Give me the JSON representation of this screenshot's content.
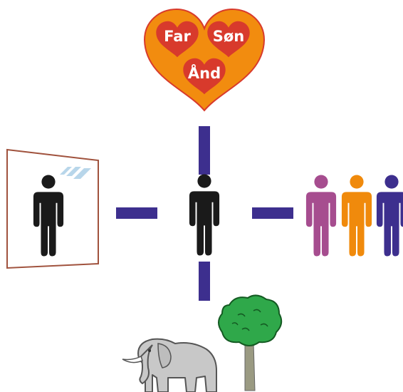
{
  "heart": {
    "labels": [
      "Far",
      "Søn",
      "Ånd"
    ],
    "outer_color": "#f28c0f",
    "inner_color": "#d83a2c"
  },
  "connector_color": "#3d2f8e",
  "people": {
    "center_color": "#1a1a1a",
    "mirror_color": "#1a1a1a",
    "group_colors": [
      "#a64d8f",
      "#f08a0c",
      "#3d2f8e"
    ]
  },
  "mirror": {
    "frame_color": "#a0523d"
  },
  "nature": {
    "elephant_color": "#c8c8c8",
    "tree_leaf_color": "#2fa84a",
    "tree_trunk_color": "#9a9a82"
  }
}
